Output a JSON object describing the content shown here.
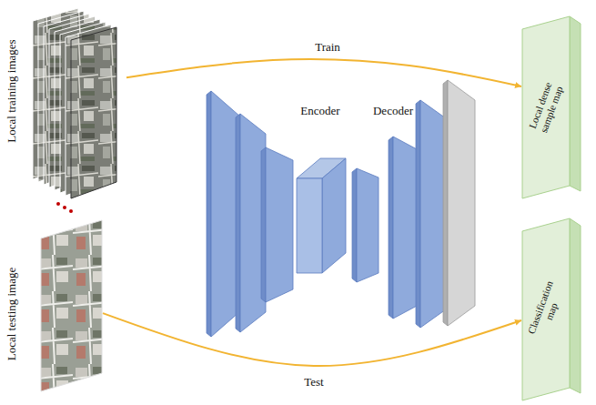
{
  "diagram": {
    "nodes": [
      {
        "text": [
          "Local training images"
        ]
      },
      {
        "text": [
          "Local testing image"
        ]
      },
      {
        "text": [
          "Local dense sample map"
        ]
      },
      {
        "text": [
          "Classification map"
        ]
      }
    ],
    "edges": [
      {
        "from": 0,
        "to": 2,
        "arrow": "to",
        "label": "Train"
      },
      {
        "from": 1,
        "to": 3,
        "arrow": "to",
        "label": "Test"
      }
    ],
    "labels": [
      "Encoder",
      "Decoder"
    ]
  }
}
